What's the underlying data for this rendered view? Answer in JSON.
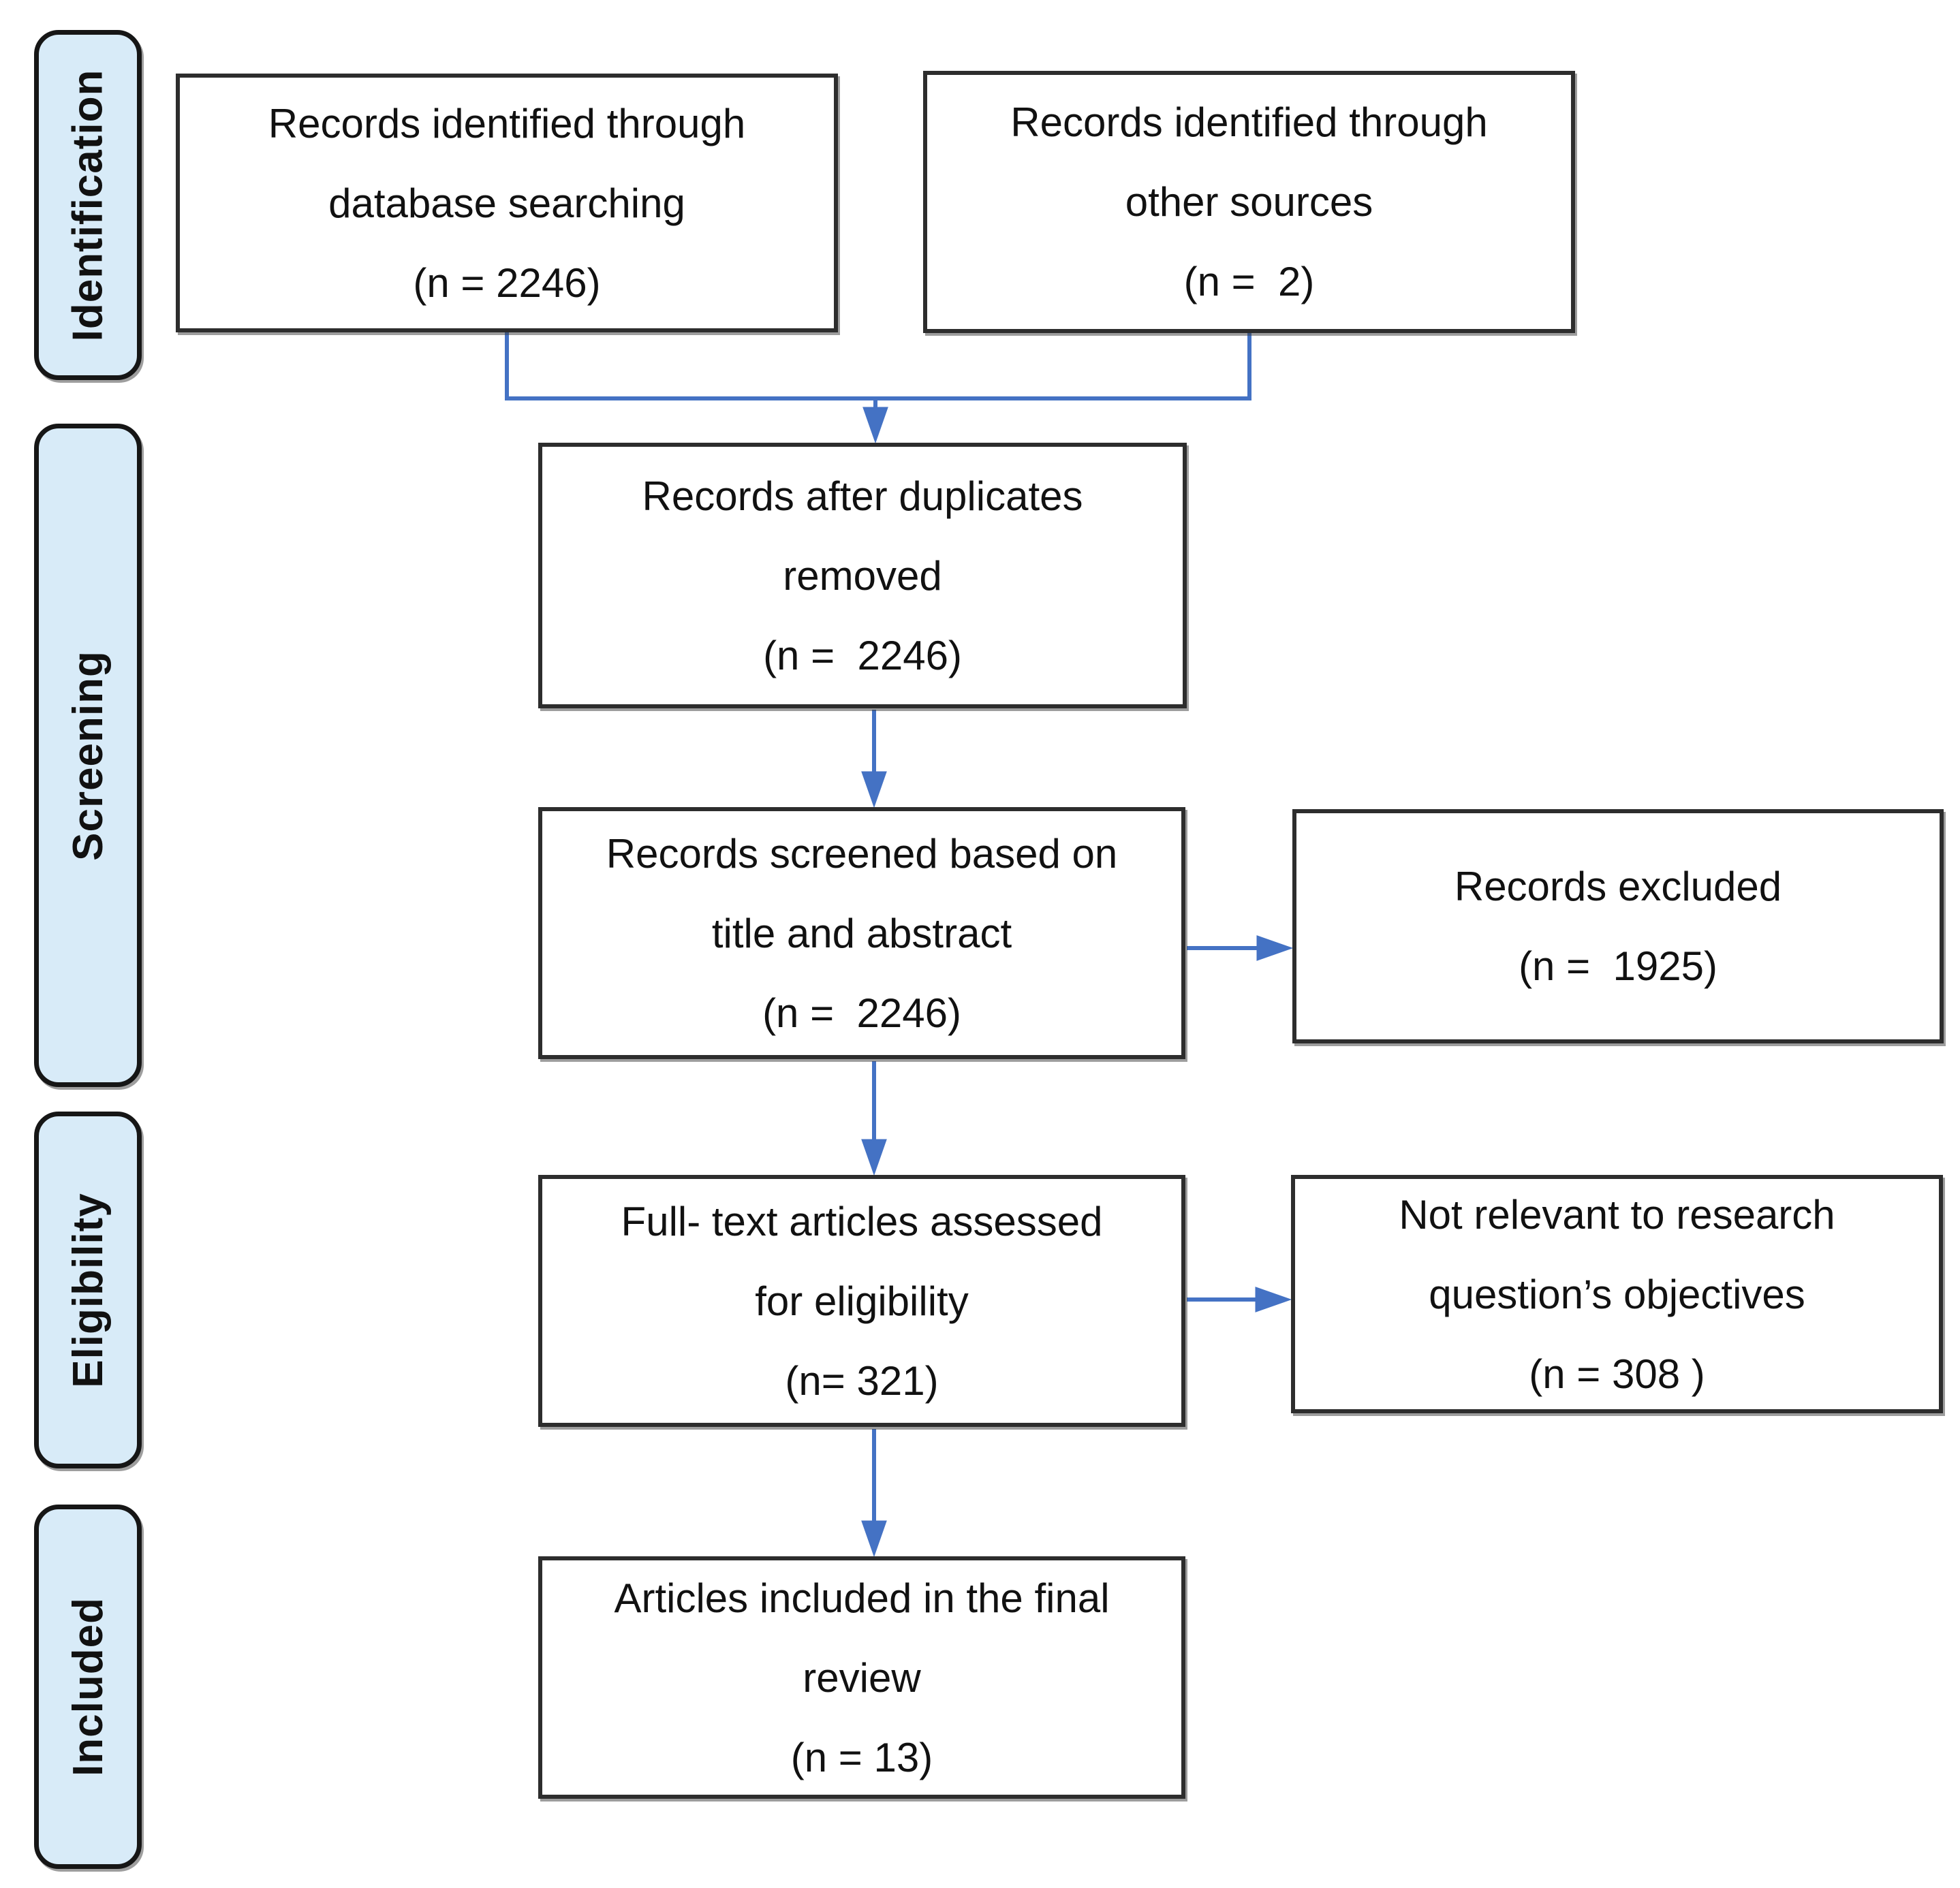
{
  "diagram": {
    "stages": [
      {
        "label": "Identification"
      },
      {
        "label": "Screening"
      },
      {
        "label": "Eligibility"
      },
      {
        "label": "Included"
      }
    ],
    "boxes": {
      "identified_database": {
        "lines": [
          "Records identified through",
          "database searching",
          "(n = 2246)"
        ]
      },
      "identified_other": {
        "lines": [
          "Records identified through",
          "other sources",
          "(n =  2)"
        ]
      },
      "after_duplicates": {
        "lines": [
          "Records after duplicates",
          "removed",
          "(n =  2246)"
        ]
      },
      "screened": {
        "lines": [
          "Records screened based on",
          "title and abstract",
          "(n =  2246)"
        ]
      },
      "excluded": {
        "lines": [
          "Records excluded",
          "(n =  1925)"
        ]
      },
      "fulltext_assessed": {
        "lines": [
          "Full- text articles assessed",
          "for eligibility",
          "(n= 321)"
        ]
      },
      "not_relevant": {
        "lines": [
          "Not relevant to research",
          "question’s objectives",
          "(n = 308 )"
        ]
      },
      "included_final": {
        "lines": [
          "Articles included in the final",
          "review",
          "(n = 13)"
        ]
      }
    },
    "colors": {
      "arrow": "#4472c4",
      "stage_fill": "#d8ebf8",
      "stage_border": "#161616",
      "box_border": "#2d2d2d",
      "text": "#111111"
    }
  }
}
